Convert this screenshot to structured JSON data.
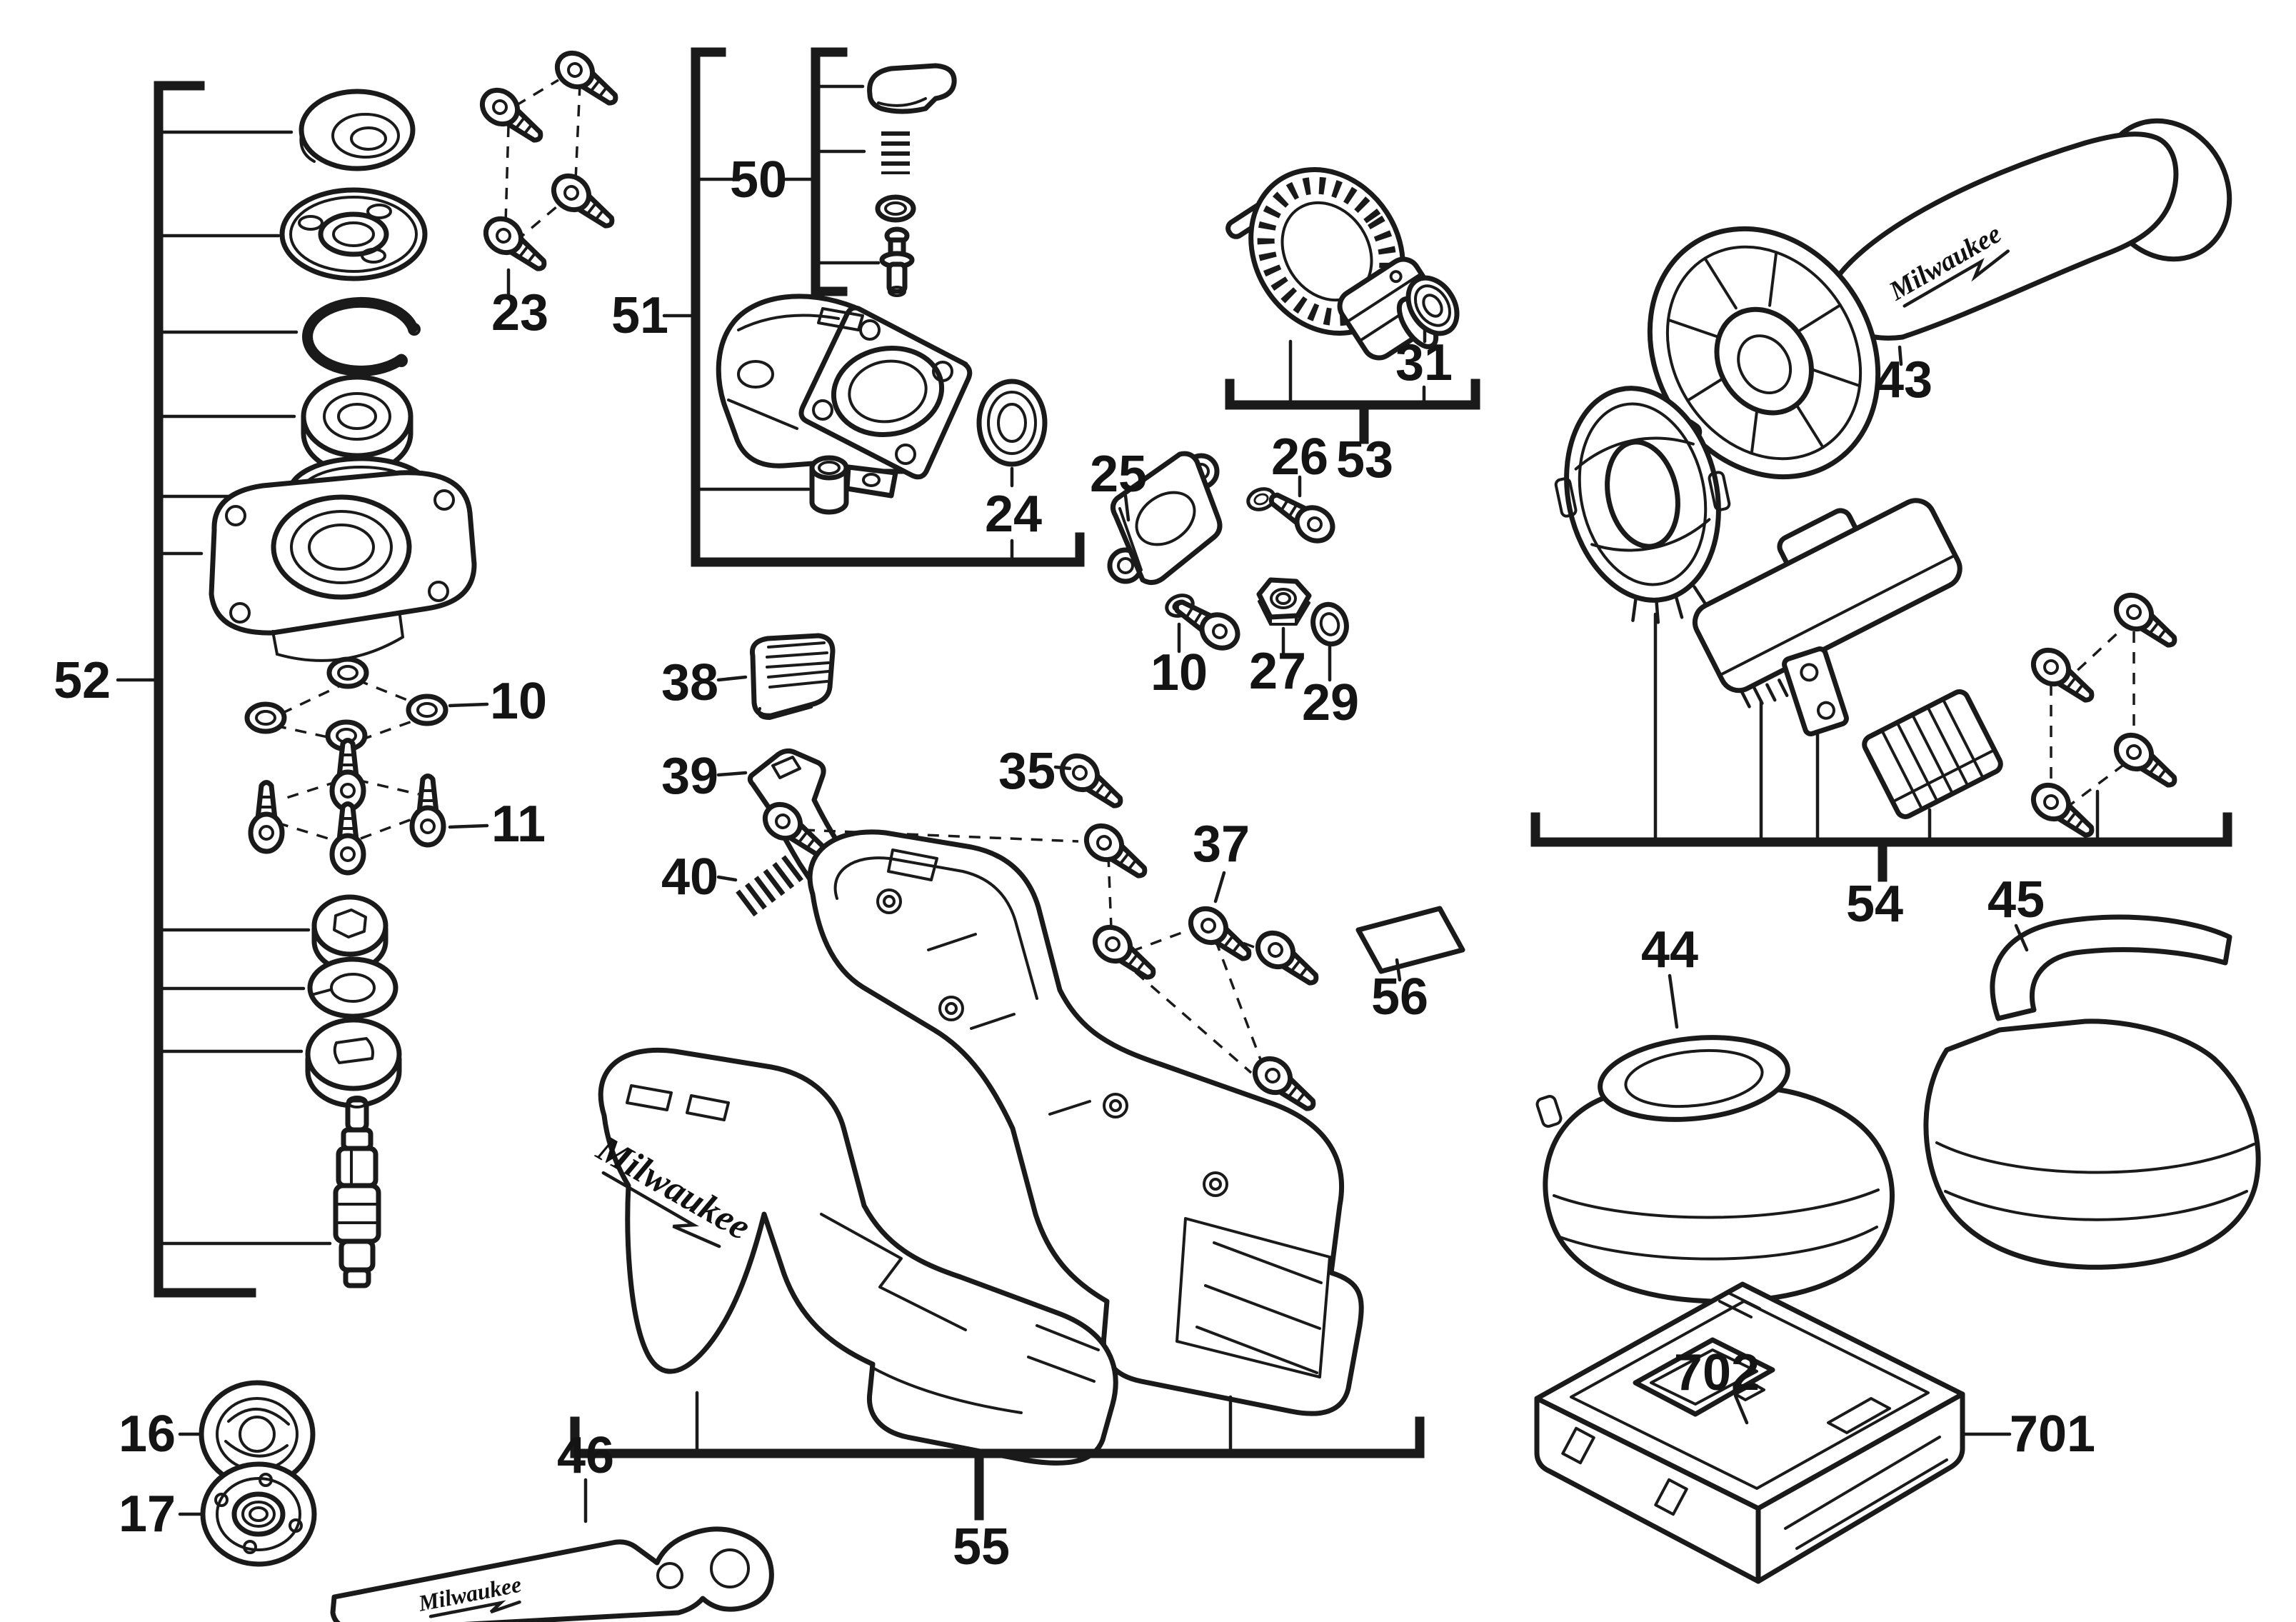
{
  "diagram": {
    "type": "exploded-parts-diagram",
    "product": "cordless angle grinder service parts",
    "brand_script": "Milwaukee",
    "callouts": {
      "c52": "52",
      "c23": "23",
      "c10_left": "10",
      "c11": "11",
      "c16": "16",
      "c17": "17",
      "c46": "46",
      "c50": "50",
      "c51": "51",
      "c24": "24",
      "c38": "38",
      "c39": "39",
      "c40": "40",
      "c35": "35",
      "c25": "25",
      "c26": "26",
      "c53": "53",
      "c31": "31",
      "c10_mid": "10",
      "c27": "27",
      "c29": "29",
      "c37": "37",
      "c56": "56",
      "c55": "55",
      "c43": "43",
      "c54": "54",
      "c44": "44",
      "c45": "45",
      "c701": "701",
      "c702": "702"
    }
  }
}
